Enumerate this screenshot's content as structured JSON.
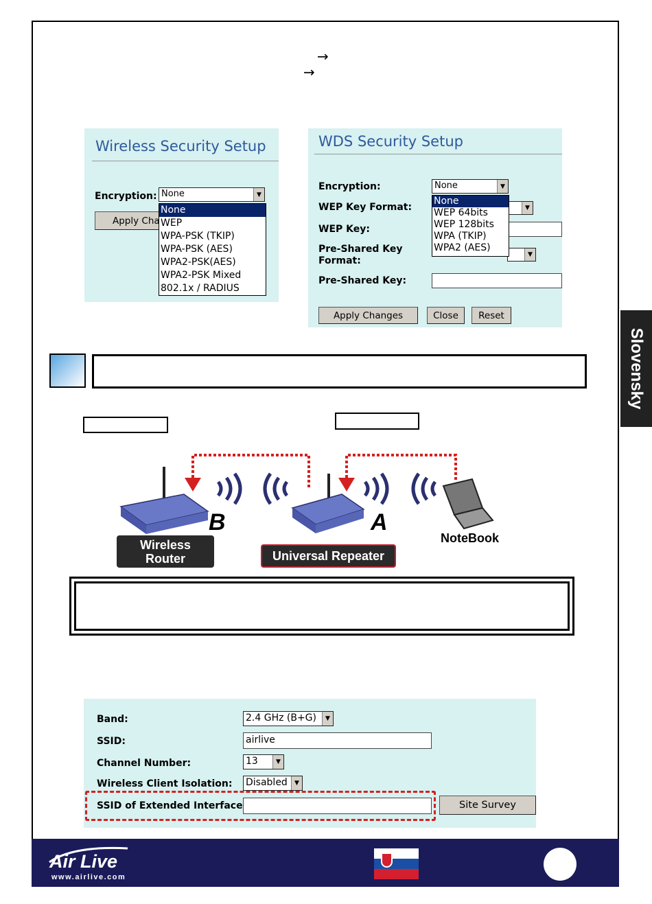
{
  "side_tab": {
    "label": "Slovensky"
  },
  "wireless_panel": {
    "title": "Wireless Security Setup",
    "encryption_label": "Encryption:",
    "encryption_value": "None",
    "apply_label": "Apply Changes",
    "options": [
      "None",
      "WEP",
      "WPA-PSK (TKIP)",
      "WPA-PSK (AES)",
      "WPA2-PSK(AES)",
      "WPA2-PSK Mixed",
      "802.1x / RADIUS"
    ]
  },
  "wds_panel": {
    "title": "WDS Security Setup",
    "encryption_label": "Encryption:",
    "encryption_value": "None",
    "wep_key_format_label": "WEP Key Format:",
    "wep_key_label": "WEP Key:",
    "psk_format_label": "Pre-Shared Key Format:",
    "psk_label": "Pre-Shared Key:",
    "options": [
      "None",
      "WEP 64bits",
      "WEP 128bits",
      "WPA (TKIP)",
      "WPA2 (AES)"
    ],
    "apply_label": "Apply Changes",
    "close_label": "Close",
    "reset_label": "Reset"
  },
  "diagram": {
    "label_b": "B",
    "label_a": "A",
    "router_label_line1": "Wireless",
    "router_label_line2": "Router",
    "repeater_label": "Universal Repeater",
    "notebook_label": "NoteBook"
  },
  "settings_panel": {
    "band_label": "Band:",
    "band_value": "2.4 GHz (B+G)",
    "ssid_label": "SSID:",
    "ssid_value": "airlive",
    "channel_label": "Channel Number:",
    "channel_value": "13",
    "isolation_label": "Wireless Client Isolation:",
    "isolation_value": "Disabled",
    "ext_ssid_label": "SSID of Extended Interface:",
    "ext_ssid_value": "",
    "site_survey_label": "Site Survey"
  },
  "footer": {
    "logo_text": "Air Live",
    "logo_url": "www.airlive.com"
  },
  "colors": {
    "panel_bg": "#d8f1f1",
    "title_blue": "#2e5a9c",
    "footer_navy": "#1b1b5a",
    "dash_red": "#d42020"
  }
}
